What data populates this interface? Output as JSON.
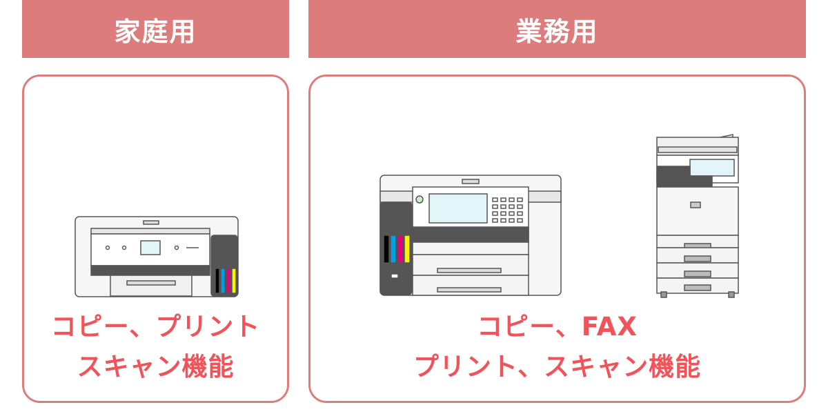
{
  "home": {
    "header": "家庭用",
    "caption_lines": [
      "コピー、プリント",
      "スキャン機能"
    ],
    "icon": "inkjet-printer-icon"
  },
  "business": {
    "header": "業務用",
    "caption_lines": [
      "コピー、FAX",
      "プリント、スキャン機能"
    ],
    "icons": [
      "multifunction-printer-icon",
      "office-copier-icon"
    ]
  },
  "colors": {
    "accent": "#dc7c7c",
    "caption_text": "#f0545a",
    "header_text": "#ffffff"
  }
}
